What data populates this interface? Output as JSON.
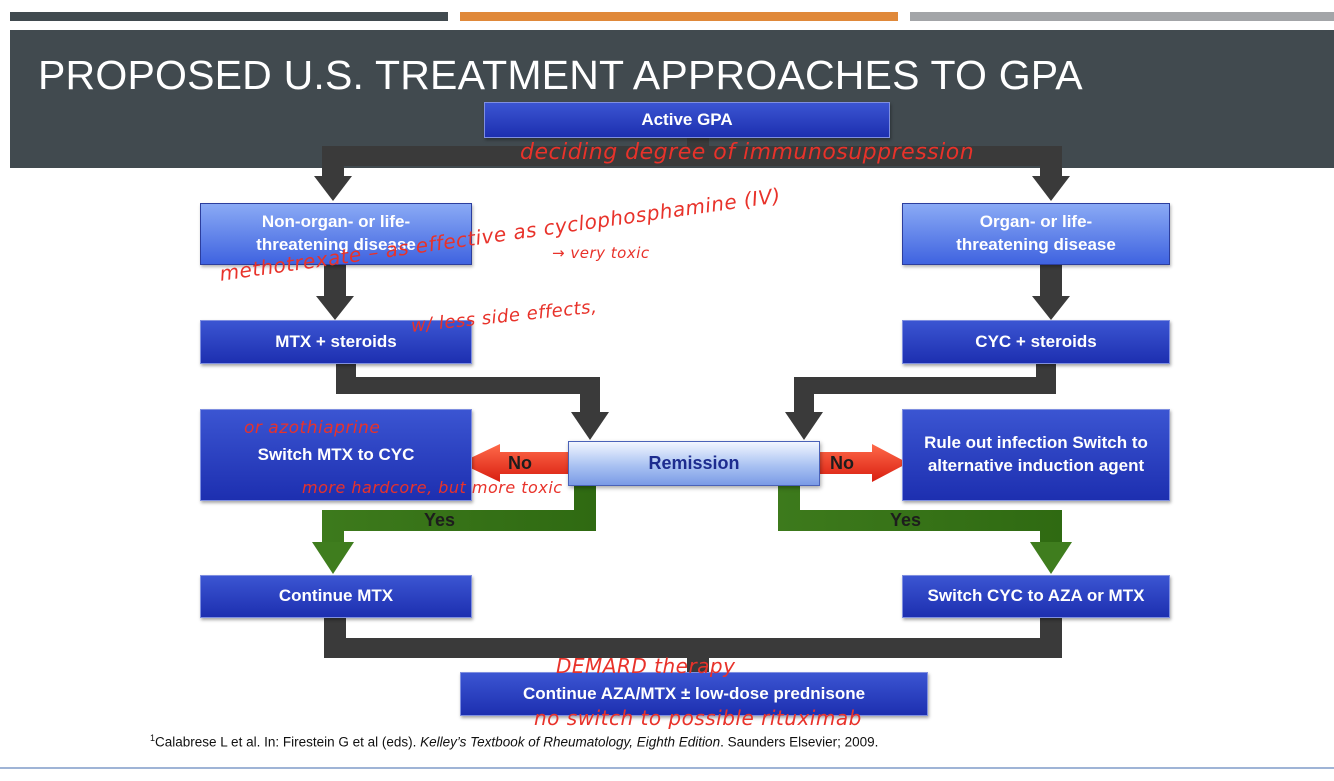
{
  "header": {
    "title": "PROPOSED U.S. TREATMENT APPROACHES TO GPA",
    "bar_colors": [
      "#414a4f",
      "#e0893a",
      "#a3a5a8"
    ]
  },
  "boxes": {
    "active": "Active GPA",
    "non_organ": "Non-organ- or life-threatening disease",
    "organ": "Organ- or life-threatening disease",
    "mtx_steroids": "MTX + steroids",
    "cyc_steroids": "CYC + steroids",
    "remission": "Remission",
    "switch_mtx": "Switch MTX to CYC",
    "rule_out": "Rule out infection Switch to alternative induction agent",
    "continue_mtx": "Continue MTX",
    "switch_cyc": "Switch CYC to AZA or MTX",
    "continue_aza": "Continue AZA/MTX ± low-dose prednisone"
  },
  "labels": {
    "no_left": "No",
    "no_right": "No",
    "yes_left": "Yes",
    "yes_right": "Yes"
  },
  "annotations": {
    "deciding": "deciding degree of immunosuppression",
    "very_toxic": "→ very toxic",
    "methotrexate": "methotrexate – as effective as cyclophosphamine (IV)",
    "less_side": "w/ less side effects,",
    "azathiaprine": "or azothiaprine",
    "more_hardcore": "more hardcore, but more toxic",
    "demard": "DEMARD therapy",
    "no_switch": "no switch to possible rituximab"
  },
  "reference": {
    "sup": "1",
    "part1": "Calabrese L et al. In: Firestein G et al (eds). ",
    "book": "Kelley’s Textbook of Rheumatology, Eighth Edition",
    "part2": ". Saunders Elsevier; 2009."
  },
  "colors": {
    "box_blue": "#2a3fc2",
    "connector": "#3a3a3a",
    "no_arrow": "#e8321e",
    "yes_arrow": "#3f7d1e",
    "annotation_red": "#e8322a"
  }
}
